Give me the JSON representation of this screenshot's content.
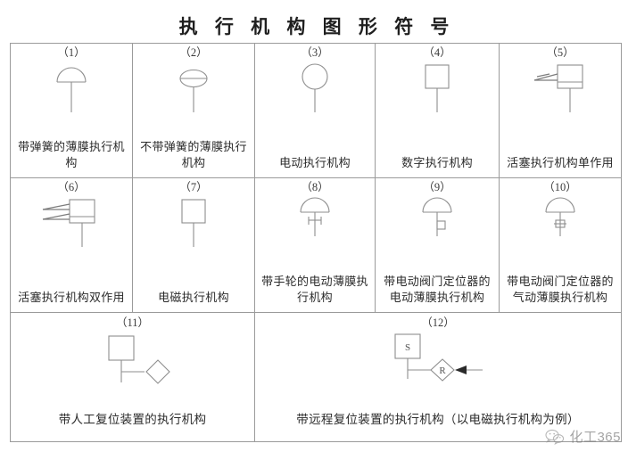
{
  "title": "执 行 机 构 图 形 符 号",
  "table": {
    "rows": [
      {
        "cells": [
          {
            "no": "（1）",
            "label": "带弹簧的薄膜执行机构",
            "symbol": "diaphragm-with-spring"
          },
          {
            "no": "（2）",
            "label": "不带弹簧的薄膜执行机构",
            "symbol": "diaphragm-no-spring"
          },
          {
            "no": "（3）",
            "label": "电动执行机构",
            "symbol": "electric-actuator-circle"
          },
          {
            "no": "（4）",
            "label": "数字执行机构",
            "symbol": "digital-actuator-square"
          },
          {
            "no": "（5）",
            "label": "活塞执行机构单作用",
            "symbol": "piston-single-acting"
          }
        ]
      },
      {
        "cells": [
          {
            "no": "（6）",
            "label": "活塞执行机构双作用",
            "symbol": "piston-double-acting"
          },
          {
            "no": "（7）",
            "label": "电磁执行机构",
            "symbol": "solenoid-actuator-square"
          },
          {
            "no": "（8）",
            "label": "带手轮的电动薄膜执行机构",
            "symbol": "diaphragm-with-handwheel"
          },
          {
            "no": "（9）",
            "label": "带电动阀门定位器的电动薄膜执行机构",
            "symbol": "diaphragm-with-electric-positioner"
          },
          {
            "no": "（10）",
            "label": "带电动阀门定位器的气动薄膜执行机构",
            "symbol": "pneumatic-diaphragm-with-positioner"
          }
        ]
      },
      {
        "cells": [
          {
            "no": "（11）",
            "label": "带人工复位装置的执行机构",
            "symbol": "manual-reset-actuator"
          },
          {
            "no": "（12）",
            "label": "带远程复位装置的执行机构（以电磁执行机构为例）",
            "symbol": "remote-reset-actuator"
          }
        ]
      }
    ]
  },
  "symbol_text": {
    "solenoid_letter": "S",
    "reset_letter": "R"
  },
  "watermark": {
    "text": "化工365",
    "icon": "wechat-icon"
  },
  "colors": {
    "border": "#9b9b9b",
    "stroke": "#8e8e8e",
    "text": "#2b2b2b",
    "background": "#ffffff"
  }
}
